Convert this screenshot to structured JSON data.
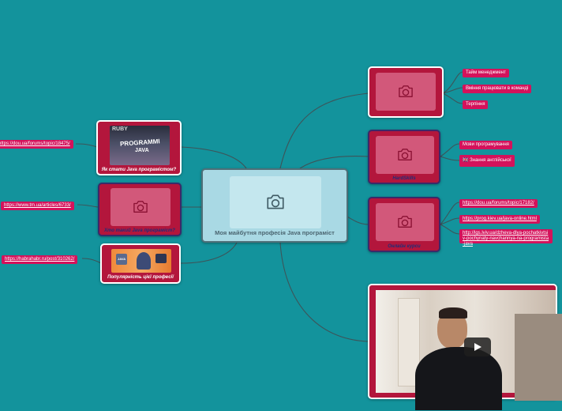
{
  "central": {
    "label": "Моя майбутня професія Java програміст"
  },
  "left_nodes": [
    {
      "caption": "Як стати Java програмістом?",
      "photo_text_1": "RUBY",
      "photo_text_2": "PROGRAMMI",
      "photo_text_3": "JAVA",
      "link": "https://dou.ua/forums/topic/18475/"
    },
    {
      "caption": "Хто такий Java програміст?",
      "link": "https://www.tm.ua/articles/6733/"
    },
    {
      "caption": "Популярність цієї професії",
      "photo_text": "JAVA",
      "link": "https://habrahabr.ru/post/310262/"
    }
  ],
  "right_nodes": [
    {
      "caption": "",
      "items": [
        "Тайм менеджмент",
        "Вміння працювати в команді",
        "Терпіння"
      ]
    },
    {
      "caption": "HardSkills",
      "items": [
        "Мови програмування",
        "🇬🇧 Знання англійської"
      ]
    },
    {
      "caption": "Онлайн курси",
      "items": [
        "https://dou.ua/forums/topic/17182/",
        "https://prog.kiev.ua/java-online.html",
        "http://lgs.lviv.ua/dzheva-dlya-pochatkivtsiv-pochynaty-navchannya-na-programista-java"
      ]
    }
  ],
  "video": {
    "label": "video"
  },
  "colors": {
    "background": "#13939c",
    "node_red": "#b3163c",
    "pill": "#d4125b",
    "central": "#a9d9e4"
  }
}
